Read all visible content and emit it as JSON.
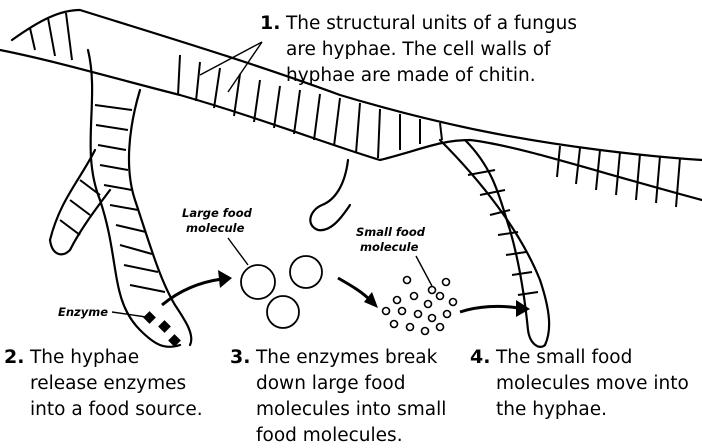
{
  "captions": {
    "step1": {
      "number": "1.",
      "lines": [
        "The structural units of a fungus",
        "are hyphae. The cell walls of",
        "hyphae are made of chitin."
      ]
    },
    "step2": {
      "number": "2.",
      "lines": [
        "The hyphae",
        "release enzymes",
        "into a food source."
      ]
    },
    "step3": {
      "number": "3.",
      "lines": [
        "The enzymes break",
        "down large food",
        "molecules into small",
        "food molecules."
      ]
    },
    "step4": {
      "number": "4.",
      "lines": [
        "The small food",
        "molecules move into",
        "the hyphae."
      ]
    }
  },
  "labels": {
    "large_food": [
      "Large food",
      "molecule"
    ],
    "small_food": [
      "Small food",
      "molecule"
    ],
    "enzyme": "Enzyme"
  }
}
